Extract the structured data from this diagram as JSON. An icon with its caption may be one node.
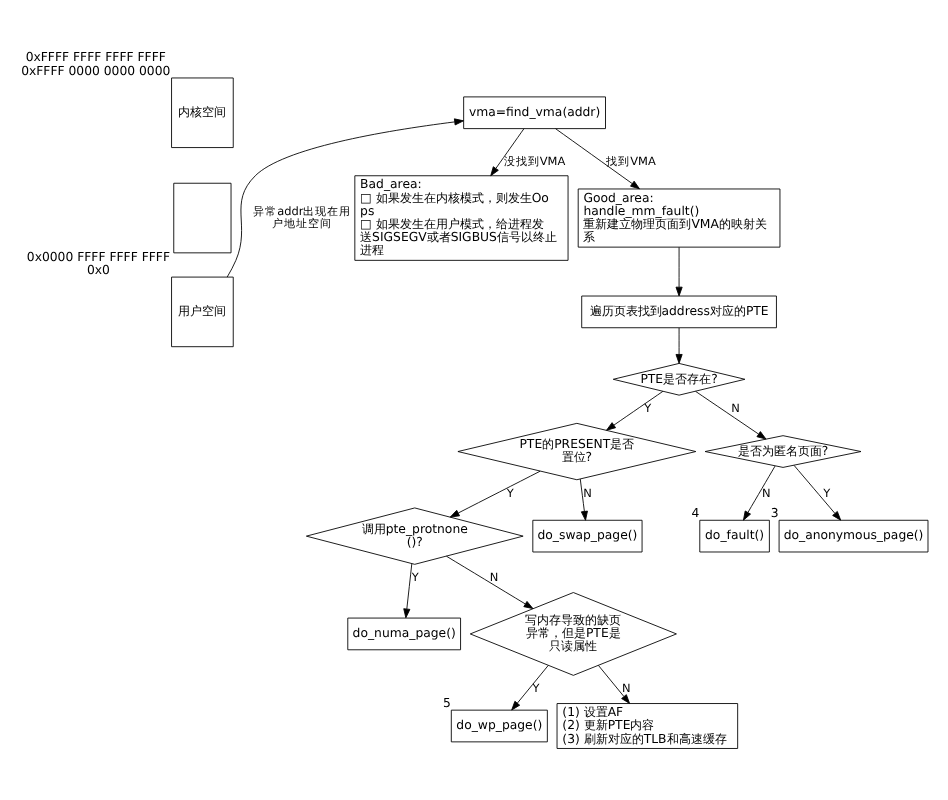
{
  "diagram": {
    "nodes": [
      {
        "text": [
          "内核空间"
        ],
        "beside": [
          "0xFFFF FFFF FFFF FFFF",
          "0xFFFF 0000 0000 0000"
        ]
      },
      {
        "text": [],
        "shape": "box"
      },
      {
        "text": [
          "用户空间"
        ],
        "beside": [
          "0x0000 FFFF FFFF FFFF",
          "0x0"
        ]
      },
      {
        "text": [
          "vma=find_vma(addr)"
        ]
      },
      {
        "text": [
          "Bad_area:",
          "□ 如果发生在内核模式，则发生Oops",
          "□ 如果发生在用户模式，给进程发送SIGSEGV或者SIGBUS信号以终止进程"
        ]
      },
      {
        "text": [
          "Good_area:",
          "handle_mm_fault()",
          "重新建立物理页面到VMA的映射关系"
        ]
      },
      {
        "text": [
          "遍历页表找到address对应的PTE"
        ]
      },
      {
        "text": [
          "PTE是否存在?"
        ]
      },
      {
        "text": [
          "PTE的PRESENT是否置位?"
        ]
      },
      {
        "text": [
          "是否为匿名页面?"
        ]
      },
      {
        "text": [
          "调用pte_protnone()?"
        ]
      },
      {
        "text": [
          "do_swap_page()"
        ]
      },
      {
        "text": [
          "do_fault()"
        ],
        "beside": [
          "4"
        ]
      },
      {
        "text": [
          "do_anonymous_page()"
        ],
        "beside": [
          "3"
        ]
      },
      {
        "text": [
          "do_numa_page()"
        ]
      },
      {
        "text": [
          "写内存导致的缺页异常，但是PTE是只读属性"
        ]
      },
      {
        "text": [
          "do_wp_page()"
        ],
        "beside": [
          "5"
        ]
      },
      {
        "text": [
          "(1) 设置AF",
          "(2) 更新PTE内容",
          "(3) 刷新对应的TLB和高速缓存"
        ]
      }
    ],
    "edges": [
      {
        "from": 2,
        "to": 3,
        "arrow": "to",
        "label": "异常addr出现在用户地址空间"
      },
      {
        "from": 3,
        "to": 4,
        "arrow": "to",
        "label": "没找到VMA"
      },
      {
        "from": 3,
        "to": 5,
        "arrow": "to",
        "label": "找到VMA"
      },
      {
        "from": 5,
        "to": 6,
        "arrow": "to"
      },
      {
        "from": 6,
        "to": 7,
        "arrow": "to"
      },
      {
        "from": 7,
        "to": 8,
        "arrow": "to",
        "label": "Y"
      },
      {
        "from": 7,
        "to": 9,
        "arrow": "to",
        "label": "N"
      },
      {
        "from": 8,
        "to": 10,
        "arrow": "to",
        "label": "Y"
      },
      {
        "from": 8,
        "to": 11,
        "arrow": "to",
        "label": "N"
      },
      {
        "from": 9,
        "to": 12,
        "arrow": "to",
        "label": "N"
      },
      {
        "from": 9,
        "to": 13,
        "arrow": "to",
        "label": "Y"
      },
      {
        "from": 10,
        "to": 15,
        "arrow": "to",
        "label": "N"
      },
      {
        "from": 10,
        "to": 14,
        "arrow": "to",
        "label": "Y"
      },
      {
        "from": 15,
        "to": 16,
        "arrow": "to",
        "label": "Y"
      },
      {
        "from": 15,
        "to": 17,
        "arrow": "to",
        "label": "N"
      }
    ]
  }
}
